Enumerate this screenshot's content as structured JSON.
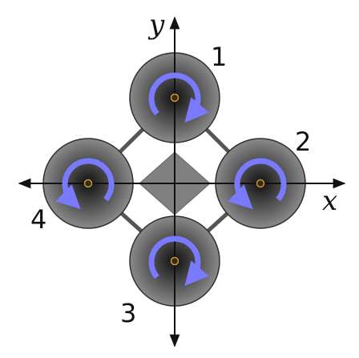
{
  "axes": {
    "x_label": "x",
    "y_label": "y"
  },
  "rotors": [
    {
      "label": "1",
      "spin": "clockwise"
    },
    {
      "label": "2",
      "spin": "counterclockwise"
    },
    {
      "label": "3",
      "spin": "clockwise"
    },
    {
      "label": "4",
      "spin": "counterclockwise"
    }
  ],
  "colors": {
    "background": "#ffffff",
    "axis": "#111111",
    "arm": "#555555",
    "body": "#808080",
    "rotor_disc": "#6b6b6b",
    "rotor_edge": "#2e2e2e",
    "hub": "#3a2a10",
    "spin_arrow": "#7a7aff"
  }
}
